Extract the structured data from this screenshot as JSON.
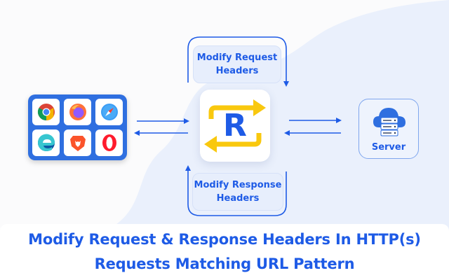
{
  "colors": {
    "accent": "#1e5be6",
    "browser_panel": "#2f6fe0",
    "logo_yellow": "#f9c80e",
    "logo_blue": "#1e5be6",
    "label_bg": "#e7eefc",
    "background_blob": "#eaf0fc"
  },
  "browsers": [
    {
      "name": "Chrome",
      "icon": "chrome-icon"
    },
    {
      "name": "Firefox",
      "icon": "firefox-icon"
    },
    {
      "name": "Safari",
      "icon": "safari-icon"
    },
    {
      "name": "Edge",
      "icon": "edge-icon"
    },
    {
      "name": "Brave",
      "icon": "brave-icon"
    },
    {
      "name": "Opera",
      "icon": "opera-icon"
    }
  ],
  "logo": {
    "letter": "R"
  },
  "request_label": {
    "line1": "Modify Request",
    "line2": "Headers"
  },
  "response_label": {
    "line1": "Modify Response",
    "line2": "Headers"
  },
  "server": {
    "label": "Server",
    "icon": "cloud-server-icon"
  },
  "footer": {
    "line1": "Modify Request & Response Headers In HTTP(s)",
    "line2": "Requests Matching URL Pattern"
  }
}
